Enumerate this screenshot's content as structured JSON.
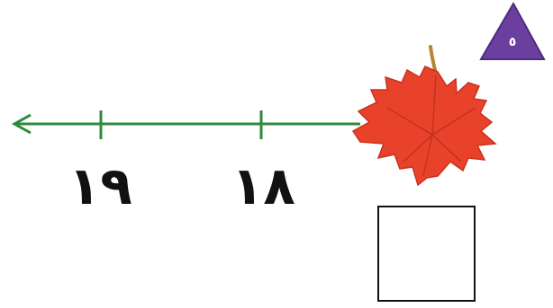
{
  "number_line": {
    "tick_labels": [
      "١٩",
      "١٨"
    ],
    "line_color": "#2e8b3c",
    "direction": "left-arrow"
  },
  "leaf": {
    "icon": "maple-leaf-icon",
    "color": "#e8432a"
  },
  "badge": {
    "icon": "triangle-badge-icon",
    "color": "#6a3fa0",
    "text": "٥"
  },
  "answer_box": {
    "value": ""
  }
}
